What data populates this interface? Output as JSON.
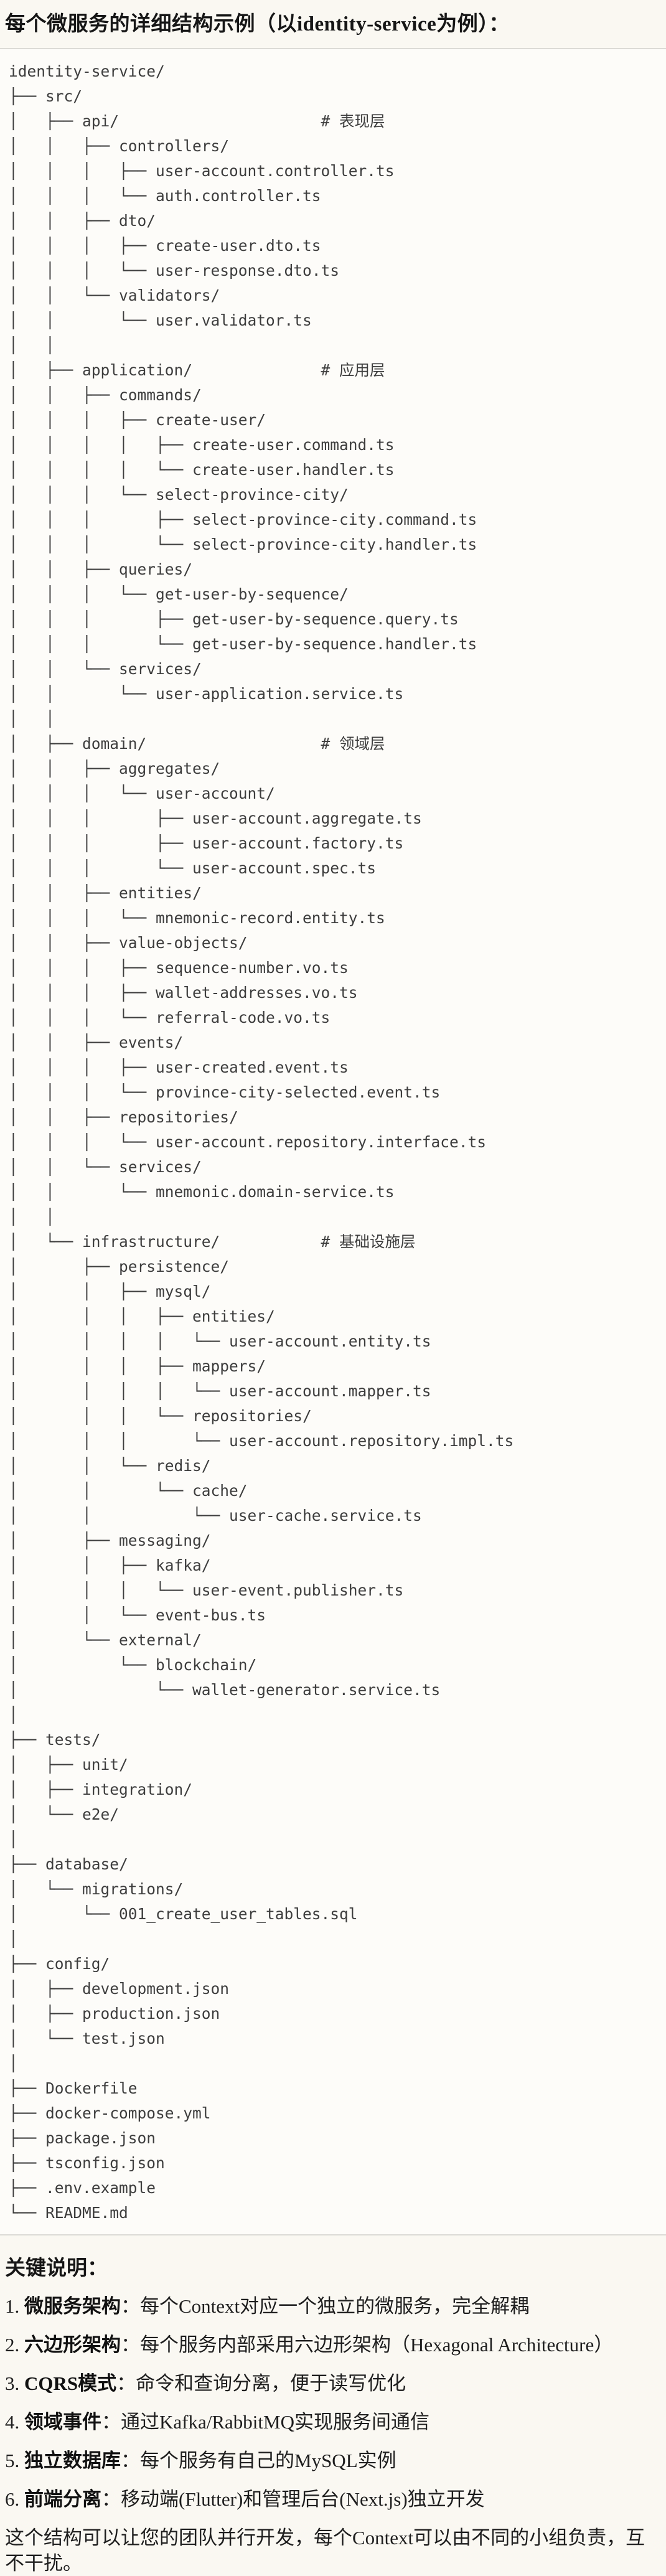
{
  "page": {
    "title": "每个微服务的详细结构示例（以identity-service为例）："
  },
  "colors": {
    "page_bg": "#faf8f2",
    "code_bg": "#fdfcf9",
    "divider": "#dcdbd6",
    "code_text": "#3d3d3d",
    "heading_text": "#161616"
  },
  "tree": {
    "lines": [
      "identity-service/",
      "├── src/",
      "│   ├── api/                      # 表现层",
      "│   │   ├── controllers/",
      "│   │   │   ├── user-account.controller.ts",
      "│   │   │   └── auth.controller.ts",
      "│   │   ├── dto/",
      "│   │   │   ├── create-user.dto.ts",
      "│   │   │   └── user-response.dto.ts",
      "│   │   └── validators/",
      "│   │       └── user.validator.ts",
      "│   │",
      "│   ├── application/              # 应用层",
      "│   │   ├── commands/",
      "│   │   │   ├── create-user/",
      "│   │   │   │   ├── create-user.command.ts",
      "│   │   │   │   └── create-user.handler.ts",
      "│   │   │   └── select-province-city/",
      "│   │   │       ├── select-province-city.command.ts",
      "│   │   │       └── select-province-city.handler.ts",
      "│   │   ├── queries/",
      "│   │   │   └── get-user-by-sequence/",
      "│   │   │       ├── get-user-by-sequence.query.ts",
      "│   │   │       └── get-user-by-sequence.handler.ts",
      "│   │   └── services/",
      "│   │       └── user-application.service.ts",
      "│   │",
      "│   ├── domain/                   # 领域层",
      "│   │   ├── aggregates/",
      "│   │   │   └── user-account/",
      "│   │   │       ├── user-account.aggregate.ts",
      "│   │   │       ├── user-account.factory.ts",
      "│   │   │       └── user-account.spec.ts",
      "│   │   ├── entities/",
      "│   │   │   └── mnemonic-record.entity.ts",
      "│   │   ├── value-objects/",
      "│   │   │   ├── sequence-number.vo.ts",
      "│   │   │   ├── wallet-addresses.vo.ts",
      "│   │   │   └── referral-code.vo.ts",
      "│   │   ├── events/",
      "│   │   │   ├── user-created.event.ts",
      "│   │   │   └── province-city-selected.event.ts",
      "│   │   ├── repositories/",
      "│   │   │   └── user-account.repository.interface.ts",
      "│   │   └── services/",
      "│   │       └── mnemonic.domain-service.ts",
      "│   │",
      "│   └── infrastructure/           # 基础设施层",
      "│       ├── persistence/",
      "│       │   ├── mysql/",
      "│       │   │   ├── entities/",
      "│       │   │   │   └── user-account.entity.ts",
      "│       │   │   ├── mappers/",
      "│       │   │   │   └── user-account.mapper.ts",
      "│       │   │   └── repositories/",
      "│       │   │       └── user-account.repository.impl.ts",
      "│       │   └── redis/",
      "│       │       └── cache/",
      "│       │           └── user-cache.service.ts",
      "│       ├── messaging/",
      "│       │   ├── kafka/",
      "│       │   │   └── user-event.publisher.ts",
      "│       │   └── event-bus.ts",
      "│       └── external/",
      "│           └── blockchain/",
      "│               └── wallet-generator.service.ts",
      "│",
      "├── tests/",
      "│   ├── unit/",
      "│   ├── integration/",
      "│   └── e2e/",
      "│",
      "├── database/",
      "│   └── migrations/",
      "│       └── 001_create_user_tables.sql",
      "│",
      "├── config/",
      "│   ├── development.json",
      "│   ├── production.json",
      "│   └── test.json",
      "│",
      "├── Dockerfile",
      "├── docker-compose.yml",
      "├── package.json",
      "├── tsconfig.json",
      "├── .env.example",
      "└── README.md"
    ]
  },
  "notes": {
    "heading": "关键说明：",
    "items": [
      {
        "num": "1. ",
        "term": "微服务架构",
        "rest": "：每个Context对应一个独立的微服务，完全解耦"
      },
      {
        "num": "2. ",
        "term": "六边形架构",
        "rest": "：每个服务内部采用六边形架构（Hexagonal Architecture）"
      },
      {
        "num": "3. ",
        "term": "CQRS模式",
        "rest": "：命令和查询分离，便于读写优化"
      },
      {
        "num": "4. ",
        "term": "领域事件",
        "rest": "：通过Kafka/RabbitMQ实现服务间通信"
      },
      {
        "num": "5. ",
        "term": "独立数据库",
        "rest": "：每个服务有自己的MySQL实例"
      },
      {
        "num": "6. ",
        "term": "前端分离",
        "rest": "：移动端(Flutter)和管理后台(Next.js)独立开发"
      }
    ],
    "footer": "这个结构可以让您的团队并行开发，每个Context可以由不同的小组负责，互不干扰。"
  }
}
